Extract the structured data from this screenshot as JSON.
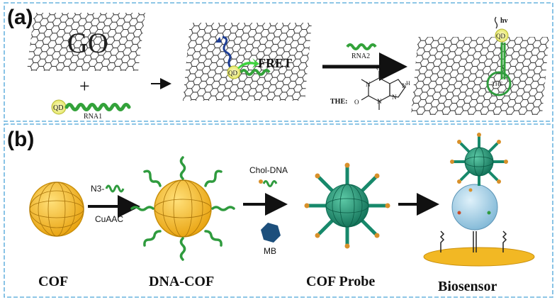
{
  "panel_a": {
    "label": "(a)",
    "go_text": "GO",
    "plus": "+",
    "qd": "QD",
    "rna1": "RNA1",
    "fret": "FRET",
    "rna2": "RNA2",
    "the": "THE:",
    "hv": "hv",
    "the_small": "THE",
    "atoms": {
      "o_top": "O",
      "o_left": "O",
      "n1": "N",
      "n3": "N",
      "n7": "N",
      "n9": "N",
      "h": "H"
    }
  },
  "panel_b": {
    "label": "(b)",
    "n3": "N3-",
    "cuaac": "CuAAC",
    "chol_dna": "Chol-DNA",
    "mb": "MB",
    "captions": {
      "cof": "COF",
      "dna_cof": "DNA-COF",
      "probe": "COF Probe",
      "biosensor": "Biosensor"
    }
  },
  "colors": {
    "frame": "#4aa3d8",
    "gold": "#f2b824",
    "gold_dark": "#c98f0b",
    "teal": "#17896b",
    "green": "#2f9b3e",
    "mb_blue": "#1c4f7c",
    "sphere_blue": "#9fcde4"
  }
}
